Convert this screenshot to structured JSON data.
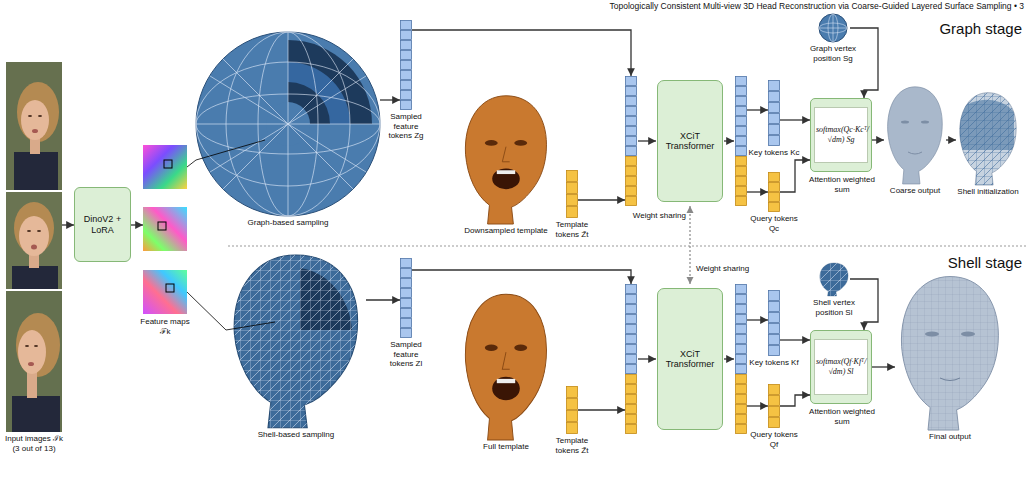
{
  "diagram": {
    "nodes": [
      {
        "text": [
          "Input images ℐk (3 out of 13)"
        ]
      },
      {
        "text": [
          "DinoV2 + LoRA"
        ]
      },
      {
        "text": [
          "Feature maps ℱk"
        ]
      },
      {
        "text": [
          "Graph-based sampling"
        ]
      },
      {
        "text": [
          "Shell-based sampling"
        ]
      },
      {
        "text": [
          "Sampled feature tokens Zg"
        ]
      },
      {
        "text": [
          "Sampled feature tokens Zl"
        ]
      },
      {
        "text": [
          "Downsampled template"
        ]
      },
      {
        "text": [
          "Full template"
        ]
      },
      {
        "text": [
          "Template tokens Z̃t"
        ]
      },
      {
        "text": [
          "Template tokens Z̃t"
        ]
      },
      {
        "text": [
          "XCiT Transformer"
        ]
      },
      {
        "text": [
          "XCiT Transformer"
        ]
      },
      {
        "text": [
          "Key tokens Kc"
        ]
      },
      {
        "text": [
          "Query tokens Qc"
        ]
      },
      {
        "text": [
          "Graph vertex position Sg"
        ]
      },
      {
        "text": [
          "softmax(Qc·Kcᵀ/√dm) Sg",
          "Attention weighted sum"
        ]
      },
      {
        "text": [
          "Coarse output"
        ]
      },
      {
        "text": [
          "Shell initialization"
        ]
      },
      {
        "text": [
          "Key tokens Kf"
        ]
      },
      {
        "text": [
          "Query tokens Qf"
        ]
      },
      {
        "text": [
          "Shell vertex position Sl"
        ]
      },
      {
        "text": [
          "softmax(Qf·Kfᵀ/√dm) Sl",
          "Attention weighted sum"
        ]
      },
      {
        "text": [
          "Final output"
        ]
      }
    ],
    "edges": [
      {
        "from": 0,
        "to": 1,
        "arrow": "to"
      },
      {
        "from": 1,
        "to": 2,
        "arrow": "to"
      },
      {
        "from": 2,
        "to": 3,
        "arrow": "none"
      },
      {
        "from": 2,
        "to": 4,
        "arrow": "none"
      },
      {
        "from": 3,
        "to": 5,
        "arrow": "to"
      },
      {
        "from": 4,
        "to": 6,
        "arrow": "to"
      },
      {
        "from": 5,
        "to": 11,
        "arrow": "to"
      },
      {
        "from": 9,
        "to": 11,
        "arrow": "to"
      },
      {
        "from": 11,
        "to": 13,
        "arrow": "to"
      },
      {
        "from": 11,
        "to": 14,
        "arrow": "to"
      },
      {
        "from": 13,
        "to": 16,
        "arrow": "to"
      },
      {
        "from": 14,
        "to": 16,
        "arrow": "to"
      },
      {
        "from": 15,
        "to": 16,
        "arrow": "to"
      },
      {
        "from": 16,
        "to": 17,
        "arrow": "to"
      },
      {
        "from": 17,
        "to": 18,
        "arrow": "to"
      },
      {
        "from": 6,
        "to": 12,
        "arrow": "to"
      },
      {
        "from": 10,
        "to": 12,
        "arrow": "to"
      },
      {
        "from": 12,
        "to": 19,
        "arrow": "to"
      },
      {
        "from": 12,
        "to": 20,
        "arrow": "to"
      },
      {
        "from": 19,
        "to": 22,
        "arrow": "to"
      },
      {
        "from": 20,
        "to": 22,
        "arrow": "to"
      },
      {
        "from": 21,
        "to": 22,
        "arrow": "to"
      },
      {
        "from": 22,
        "to": 23,
        "arrow": "to"
      },
      {
        "from": 11,
        "to": 12,
        "arrow": "both"
      }
    ],
    "labels": [
      "Topologically Consistent Multi-view 3D Head Reconstruction via Coarse-Guided Layered Surface Sampling • 3",
      "Graph stage",
      "Weight sharing",
      "Weight sharing",
      "Shell stage"
    ]
  }
}
